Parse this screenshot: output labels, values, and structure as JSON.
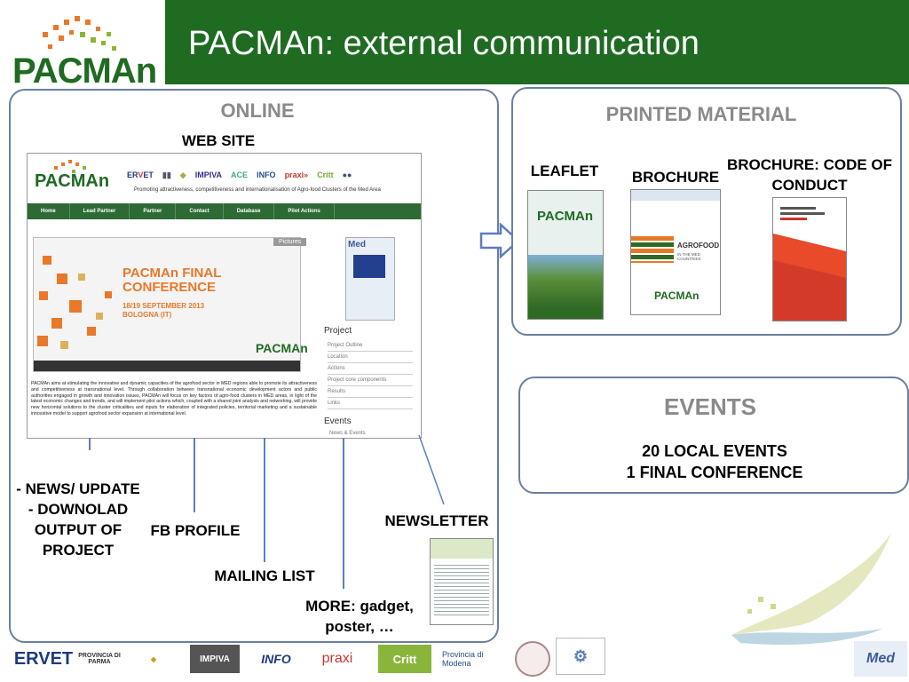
{
  "header": {
    "title": "PACMAn: external communication"
  },
  "logo": {
    "text": "PACMAn"
  },
  "online": {
    "heading": "ONLINE",
    "website_label": "WEB SITE",
    "website": {
      "logo": "PACMAn",
      "tagline": "Promoting attractiveness, competitiveness and internationalisation of Agro-food Clusters of the Med Area",
      "nav": [
        "Home",
        "Lead Partner",
        "Partner",
        "Contact",
        "Database",
        "Pilot Actions"
      ],
      "pictures_tag": "Pictures",
      "banner_title": "PACMAn FINAL CONFERENCE",
      "banner_date": "18/19 SEPTEMBER 2013",
      "banner_city": "BOLOGNA (IT)",
      "banner_logo": "PACMAn",
      "body_text": "PACMAn aims at stimulating the innovative and dynamic capacities of the agrofood sector in MED regions able to promote its attractiveness and competitiveness at transnational level. Through collaboration between transnational economic development actors and public authorities engaged in growth and innovation issues, PACMAn will focus on key factors of agro-food clusters in MED areas, in light of the latest economic changes and trends, and will implement pilot actions which, coupled with a shared joint analysis and networking, will provide new horizontal solutions to the cluster criticalities and inputs for elaboration of integrated policies, territorial marketing and a sustainable innovative model to support agrofood sector expansion at international level.",
      "side_heading_project": "Project",
      "side_links": [
        "Project Outline",
        "Location",
        "Actions",
        "Project core components",
        "Results",
        "Links"
      ],
      "side_heading_events": "Events",
      "side_events": [
        "News & Events"
      ]
    },
    "news_label": "- NEWS/ UPDATE\n- DOWNOLAD\nOUTPUT OF\nPROJECT",
    "fb_label": "FB PROFILE",
    "mailing_label": "MAILING LIST",
    "newsletter_label": "NEWSLETTER",
    "more_label": "MORE: gadget,\nposter, …"
  },
  "printed": {
    "heading": "PRINTED MATERIAL",
    "leaflet_label": "LEAFLET",
    "brochure_label": "BROCHURE",
    "code_label": "BROCHURE: CODE OF\nCONDUCT",
    "leaflet_logo": "PACMAn",
    "brochure_title": "AGROFOOD",
    "brochure_sub": "IN THE MED COUNTRIES",
    "brochure_logo": "PACMAn"
  },
  "events": {
    "heading": "EVENTS",
    "line1": "20 LOCAL EVENTS",
    "line2": "1 FINAL CONFERENCE"
  },
  "footer": {
    "logos": [
      "ERVET",
      "PROVINCIA DI PARMA",
      "IMPIVA",
      "INFO",
      "praxi",
      "Critt",
      "Provincia di Modena"
    ],
    "med": "Med"
  },
  "colors": {
    "header_green": "#1f6b22",
    "panel_border": "#6a7fa0",
    "accent_orange": "#e8782a"
  }
}
